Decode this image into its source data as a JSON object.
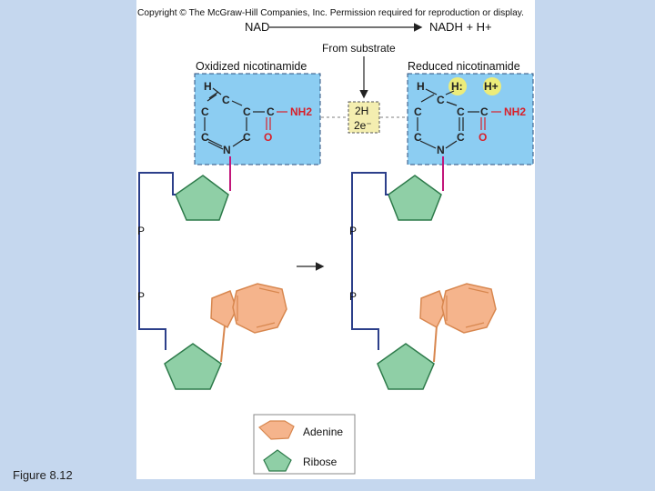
{
  "copyright": "Copyright © The McGraw-Hill Companies, Inc. Permission required for reproduction or display.",
  "figure_label": "Figure 8.12",
  "nad_label": "NAD",
  "nadh_label": "NADH + H+",
  "from_substrate": "From substrate",
  "oxidized_title": "Oxidized nicotinamide",
  "reduced_title": "Reduced nicotinamide",
  "transfer_2h": "2H",
  "transfer_2e": "2e⁻",
  "atoms": {
    "H": "H",
    "C": "C",
    "N": "N",
    "O": "O",
    "NH2": "NH2",
    "H_dot": "H:",
    "H_plus": "H+"
  },
  "phosphate": "P",
  "legend": {
    "adenine": "Adenine",
    "ribose": "Ribose"
  },
  "colors": {
    "box_fill": "#8ccdf2",
    "ribose": "#8fcfa6",
    "adenine": "#f5b48c",
    "magenta_link": "#c2177a",
    "oxygen_red": "#d8202a",
    "backbone": "#2c3f8a",
    "ribose_link_green": "#3f7a4c",
    "adenine_link": "#d8874f",
    "highlight_yellow": "#ecec7a",
    "transfer_box": "#f4eeb0"
  }
}
